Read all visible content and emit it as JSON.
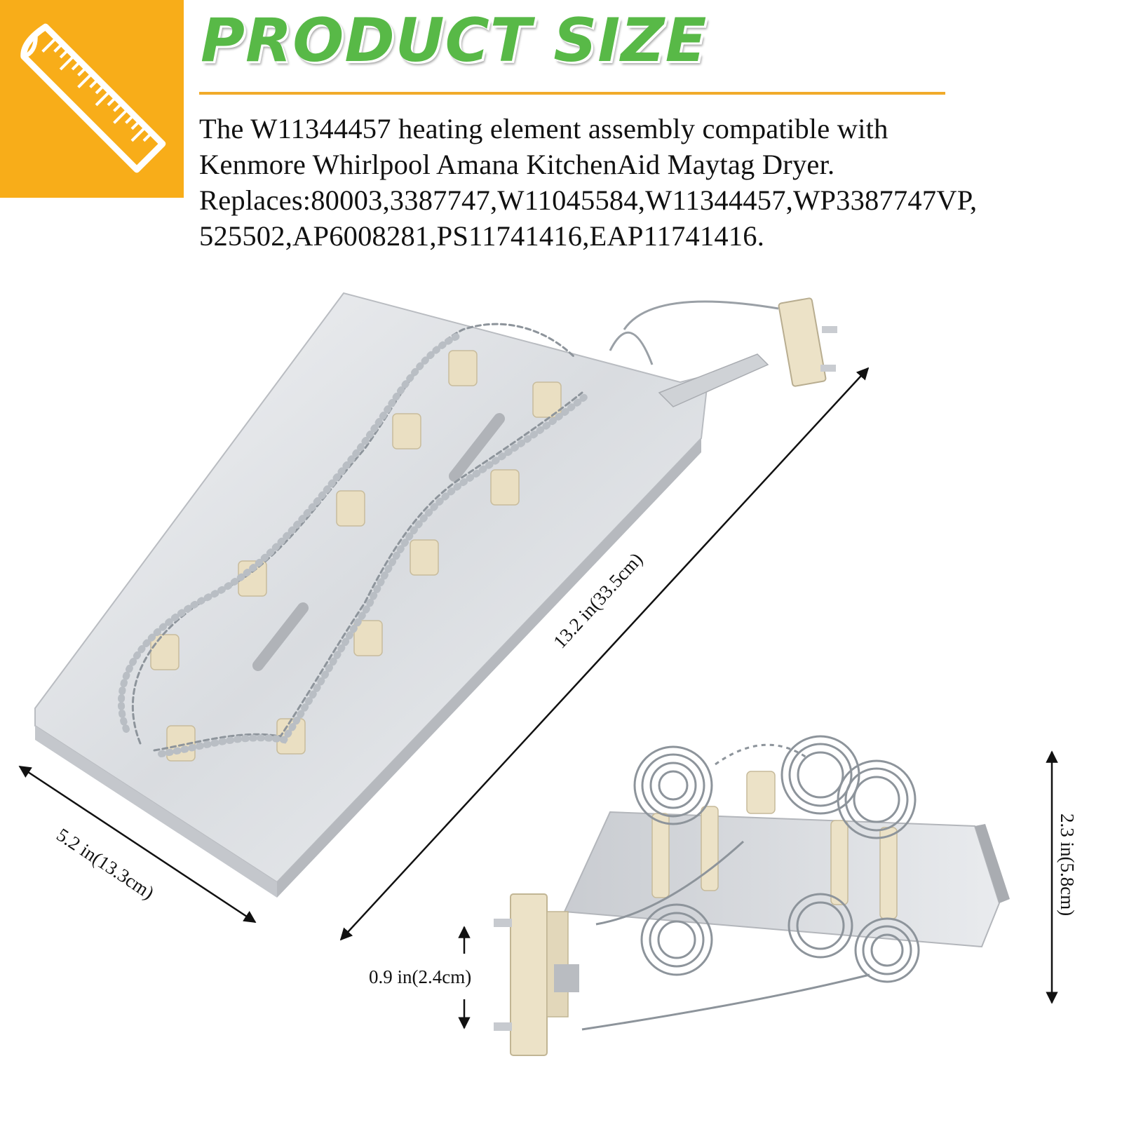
{
  "header": {
    "icon": "ruler-icon",
    "badge_color": "#f8ad19",
    "title": "PRODUCT SIZE",
    "title_color": "#58b947",
    "rule_color": "#f1ab2a"
  },
  "description": {
    "lines": [
      "The W11344457 heating element assembly compatible with",
      "Kenmore Whirlpool Amana KitchenAid Maytag Dryer.",
      "Replaces:80003,3387747,W11045584,W11344457,WP3387747VP,",
      "525502,AP6008281,PS11741416,EAP11741416."
    ]
  },
  "dimensions": {
    "length": "13.2 in(33.5cm)",
    "width": "5.2 in(13.3cm)",
    "height": "2.3 in(5.8cm)",
    "terminal": "0.9 in(2.4cm)"
  }
}
